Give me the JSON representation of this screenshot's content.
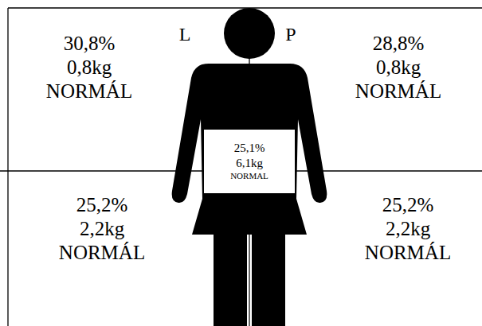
{
  "diagram": {
    "nodes": [
      {
        "text": [
          "25,1%",
          "6,1kg",
          "NORMAL"
        ]
      }
    ],
    "labels": [
      "L",
      "P",
      "30,8%",
      "0,8kg",
      "NORMÁL",
      "28,8%",
      "0,8kg",
      "NORMÁL",
      "25,2%",
      "2,2kg",
      "NORMÁL",
      "25,2%",
      "2,2kg",
      "NORMÁL"
    ]
  }
}
